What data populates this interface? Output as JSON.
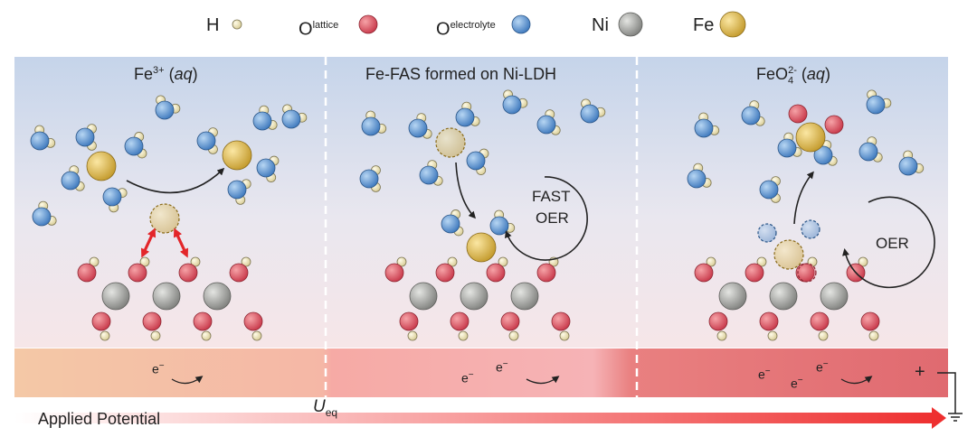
{
  "legend": {
    "h": "H",
    "o_lattice_base": "O",
    "o_lattice_sup": "lattice",
    "o_electrolyte_base": "O",
    "o_electrolyte_sup": "electrolyte",
    "ni": "Ni",
    "fe": "Fe"
  },
  "panels": [
    {
      "title_base": "Fe",
      "title_sup": "3+",
      "title_rest": " (",
      "title_italic": "aq",
      "title_end": ")"
    },
    {
      "title": "Fe-FAS formed on Ni-LDH"
    },
    {
      "title_base": "FeO",
      "title_sub": "4",
      "title_sup": "2-",
      "title_rest": " (",
      "title_italic": "aq",
      "title_end": ")"
    }
  ],
  "cycle_labels": {
    "fast_line1": "FAST",
    "fast_line2": "OER",
    "oer": "OER"
  },
  "electron": {
    "base": "e",
    "sup": "−"
  },
  "bottom": {
    "applied_potential": "Applied Potential",
    "u_base": "U",
    "u_sub": "eq",
    "plus": "+"
  },
  "colors": {
    "h": "#efe6b8",
    "o_lattice": "#de5a63",
    "o_electrolyte": "#5e98d6",
    "ni": "#a9aaa7",
    "fe": "#e6c25c"
  }
}
